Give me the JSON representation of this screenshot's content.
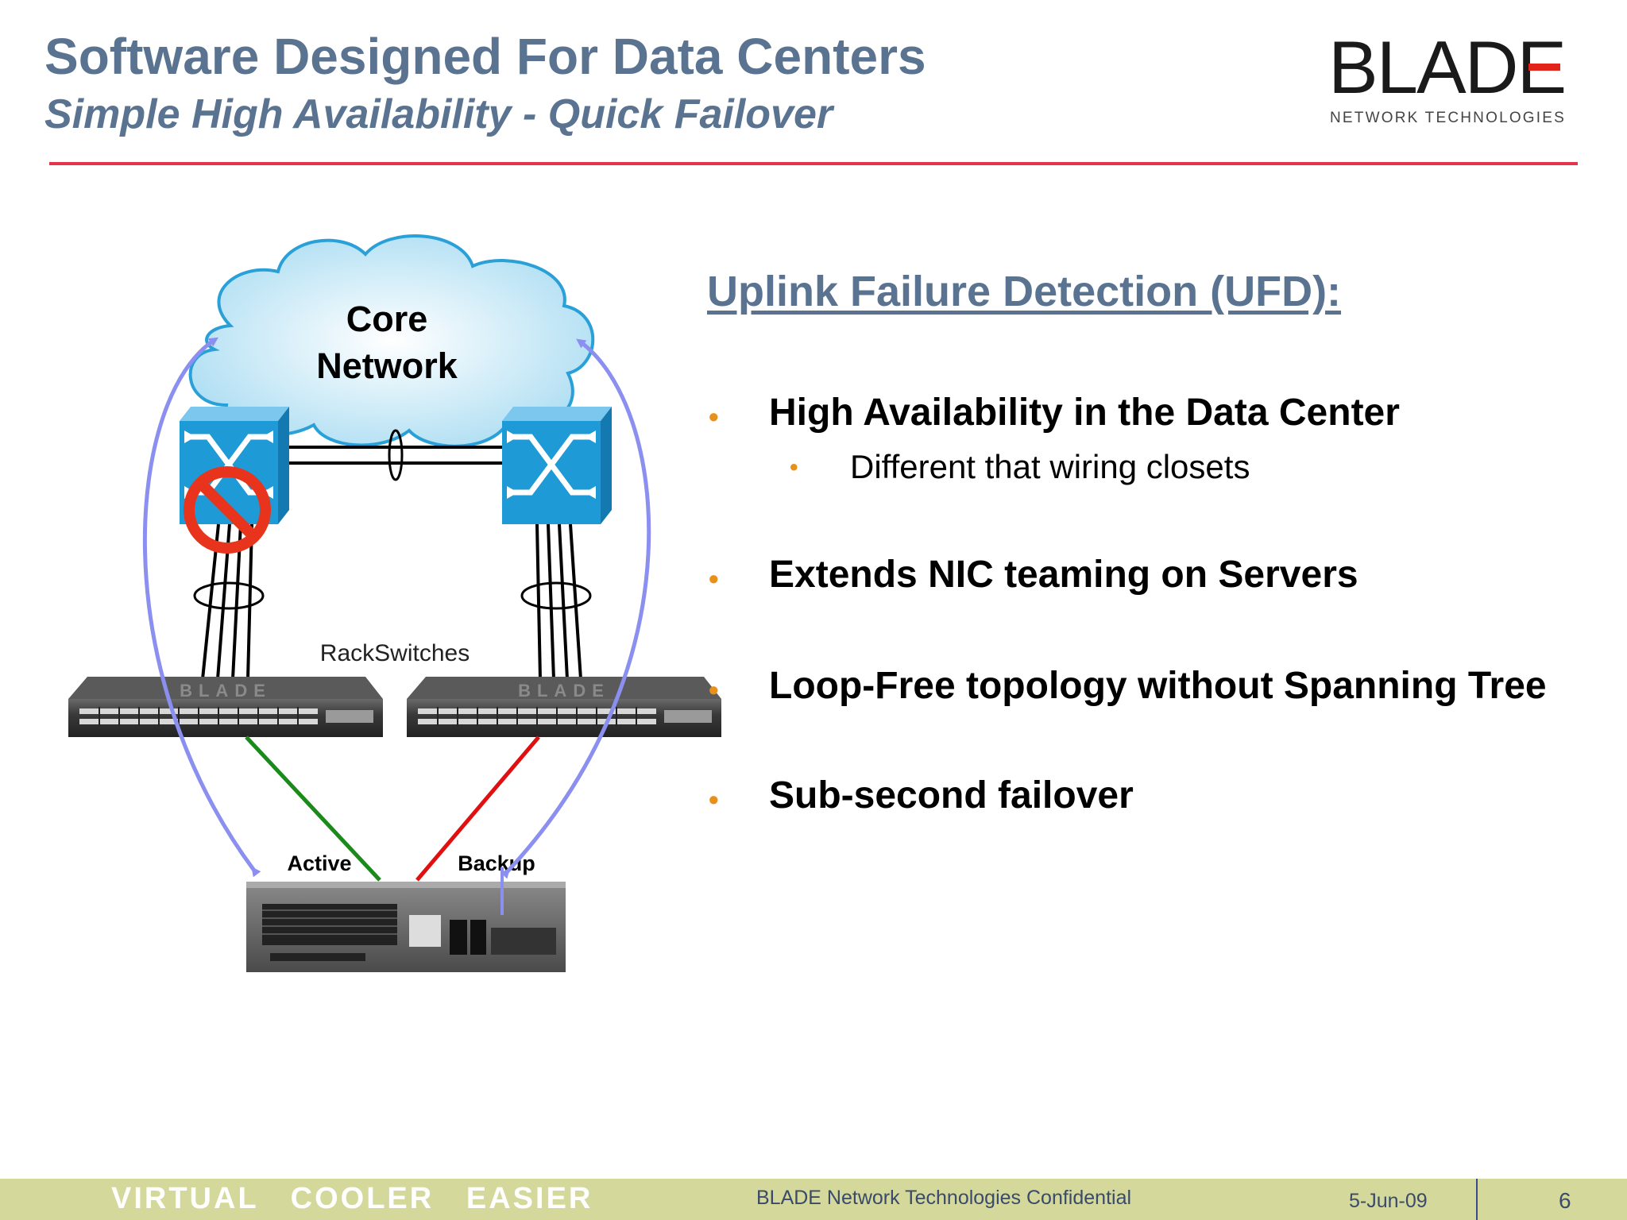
{
  "slide": {
    "title": "Software Designed For Data Centers",
    "subtitle": "Simple High Availability - Quick Failover"
  },
  "logo": {
    "wordmark": "BLADE",
    "tagline": "NETWORK TECHNOLOGIES",
    "accent_color": "#e2231a"
  },
  "diagram": {
    "cloud_label_line1": "Core",
    "cloud_label_line2": "Network",
    "rackswitches_label": "RackSwitches",
    "active_label": "Active",
    "backup_label": "Backup",
    "switch_brand": "BLADE",
    "active_link_color": "#1a8a1a",
    "backup_link_color": "#e01010",
    "failover_arrow_color": "#8a8ff0",
    "switch_color": "#1e9ad6",
    "fault_symbol_color": "#e8341c"
  },
  "content": {
    "heading": "Uplink Failure Detection (UFD):",
    "bullet_glyph": "•",
    "bullets": [
      {
        "text": "High Availability in the Data Center",
        "sub": "Different that wiring closets"
      },
      {
        "text": "Extends NIC teaming on Servers"
      },
      {
        "text": "Loop-Free topology without Spanning Tree"
      },
      {
        "text": "Sub-second failover"
      }
    ]
  },
  "footer": {
    "slogan": "VIRTUAL   COOLER   EASIER",
    "confidential": "BLADE Network Technologies Confidential",
    "date": "5-Jun-09",
    "page": "6"
  }
}
